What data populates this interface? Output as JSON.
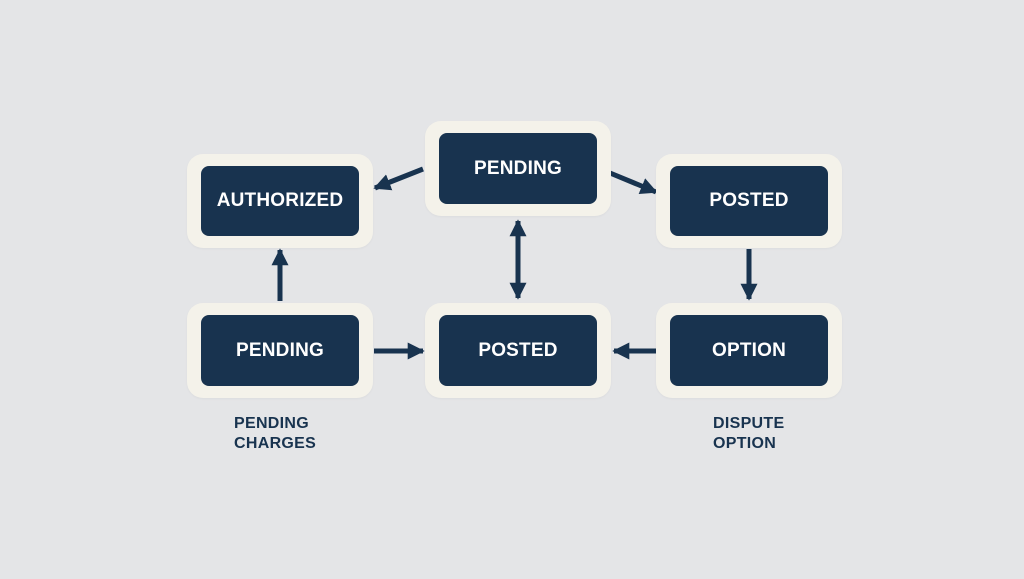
{
  "diagram": {
    "nodes": [
      {
        "id": "authorized",
        "label": "AUTHORIZED"
      },
      {
        "id": "pending-top",
        "label": "PENDING"
      },
      {
        "id": "posted-top",
        "label": "POSTED"
      },
      {
        "id": "pending-bottom",
        "label": "PENDING"
      },
      {
        "id": "posted-center",
        "label": "POSTED"
      },
      {
        "id": "option",
        "label": "OPTION"
      }
    ],
    "edges": [
      {
        "from": "pending-top",
        "to": "authorized",
        "direction": "forward"
      },
      {
        "from": "pending-top",
        "to": "posted-top",
        "direction": "forward"
      },
      {
        "from": "posted-top",
        "to": "option",
        "direction": "forward"
      },
      {
        "from": "option",
        "to": "posted-center",
        "direction": "forward"
      },
      {
        "from": "pending-bottom",
        "to": "posted-center",
        "direction": "forward"
      },
      {
        "from": "pending-bottom",
        "to": "authorized",
        "direction": "forward"
      },
      {
        "from": "pending-top",
        "to": "posted-center",
        "direction": "both"
      }
    ],
    "captions": {
      "pending_charges": [
        "PENDING",
        "CHARGES"
      ],
      "dispute_option": [
        "DISPUTE",
        "OPTION"
      ]
    }
  },
  "colors": {
    "background": "#e4e5e7",
    "card": "#f4f2ea",
    "node": "#18334f",
    "node_text": "#ffffff",
    "arrow": "#18334f"
  }
}
